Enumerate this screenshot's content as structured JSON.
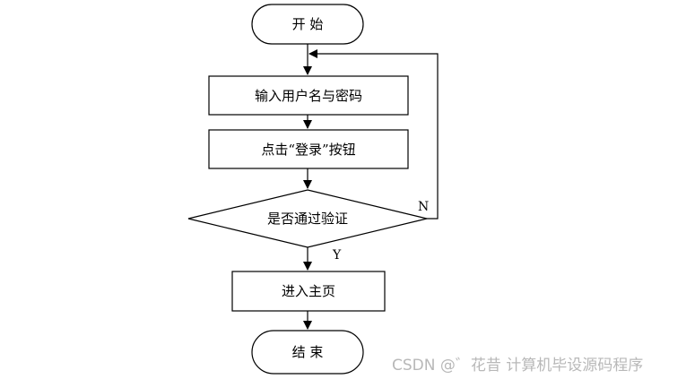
{
  "flowchart": {
    "start": "开 始",
    "step_input": "输入用户名与密码",
    "step_click": "点击“登录”按钮",
    "decision": "是否通过验证",
    "step_home": "进入主页",
    "end": "结 束",
    "label_no": "N",
    "label_yes": "Y"
  },
  "watermark": "CSDN @゛花昔 计算机毕设源码程序"
}
